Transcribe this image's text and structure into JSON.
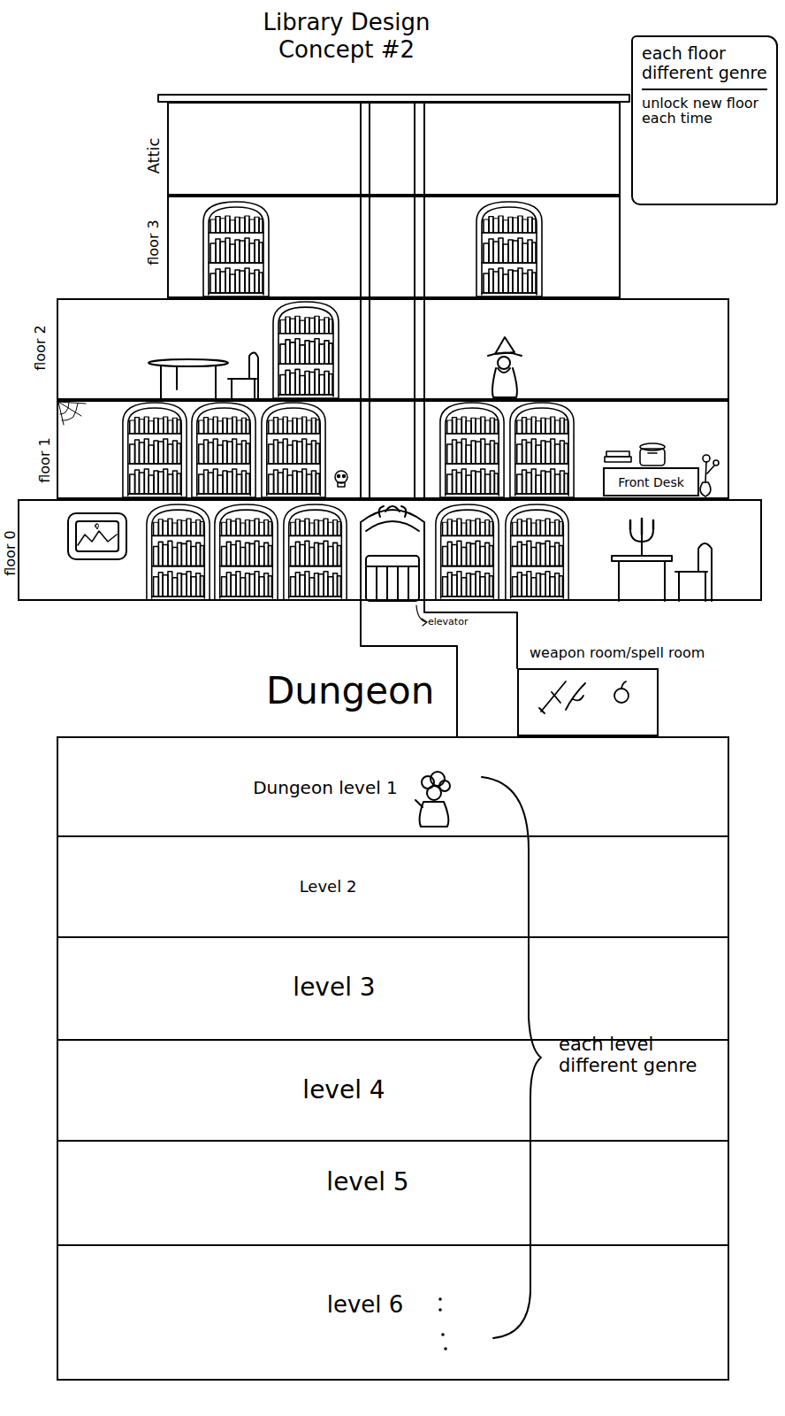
{
  "diagram": {
    "title": "Library Design Concept #2",
    "nodes": [
      {
        "text": [
          "each floor different genre",
          "unlock new floor each time"
        ]
      },
      {
        "text": [
          "Attic"
        ]
      },
      {
        "text": [
          "floor 3"
        ]
      },
      {
        "text": [
          "floor 2"
        ]
      },
      {
        "text": [
          "floor 1"
        ]
      },
      {
        "text": [
          "Front Desk"
        ],
        "in": 4
      },
      {
        "text": [
          "floor 0"
        ]
      },
      {
        "text": [
          "weapon room/spell room"
        ]
      },
      {
        "text": [
          "Dungeon"
        ]
      },
      {
        "text": [
          "Dungeon level 1"
        ],
        "in": 8
      },
      {
        "text": [
          "Level 2"
        ],
        "in": 8
      },
      {
        "text": [
          "level 3"
        ],
        "in": 8
      },
      {
        "text": [
          "level 4"
        ],
        "in": 8
      },
      {
        "text": [
          "level 5"
        ],
        "in": 8
      },
      {
        "text": [
          "level 6"
        ],
        "in": 8
      }
    ],
    "labels": [
      "elevator",
      "each level different genre"
    ]
  }
}
